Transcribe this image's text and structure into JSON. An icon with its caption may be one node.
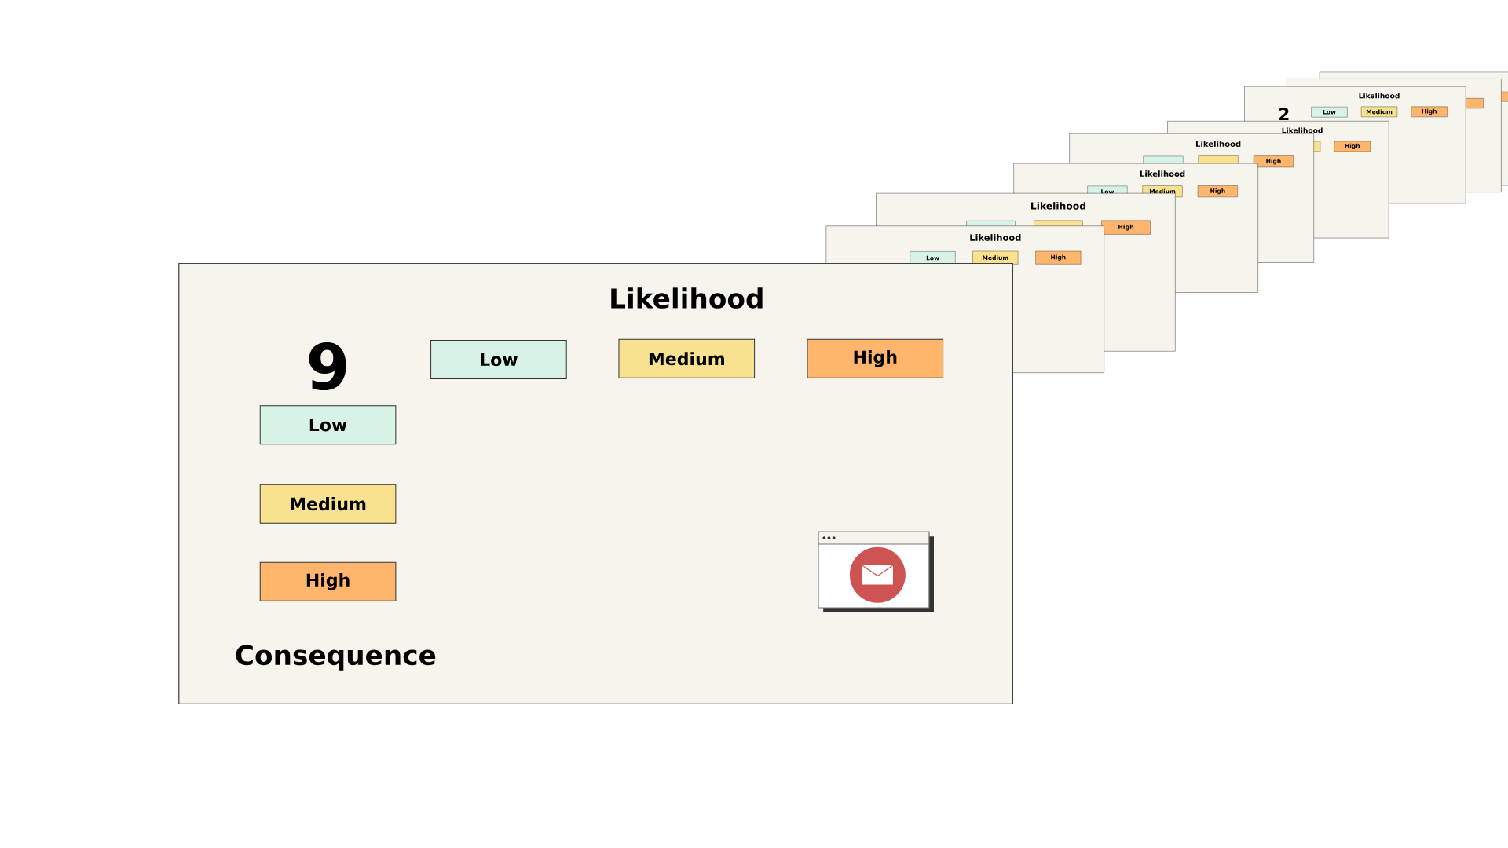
{
  "diagram": {
    "nodes": [
      {
        "text": [
          "Likelihood",
          "9",
          "Consequence"
        ]
      },
      {
        "text": [
          "Low"
        ],
        "in": 0
      },
      {
        "text": [
          "Medium"
        ],
        "in": 0
      },
      {
        "text": [
          "High"
        ],
        "in": 0
      },
      {
        "text": [
          "Low"
        ],
        "in": 0
      },
      {
        "text": [
          "Medium"
        ],
        "in": 0
      },
      {
        "text": [
          "High"
        ],
        "in": 0
      }
    ],
    "labels": [
      "Likelihood",
      "2",
      "Low",
      "Medium",
      "High",
      "Likelihood",
      "Likelihood",
      "High",
      "High",
      "Likelihood",
      "Low",
      "Medium",
      "High",
      "Likelihood",
      "High",
      "Likelihood",
      "Low",
      "Medium",
      "High"
    ]
  }
}
